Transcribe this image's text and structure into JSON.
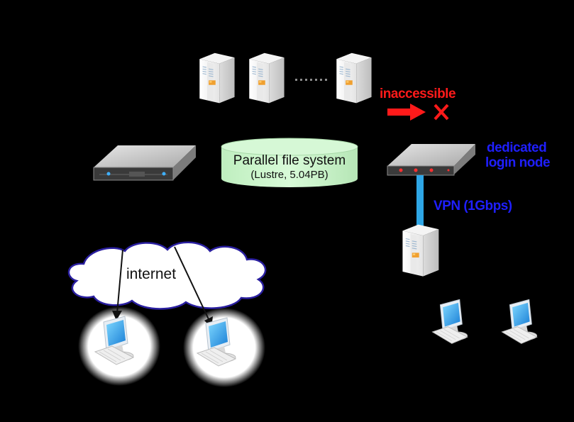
{
  "diagram": {
    "background": "#000000",
    "compute_nodes": {
      "count_shown": 3,
      "ellipsis": "......"
    },
    "inaccessible": {
      "label": "inaccessible",
      "color": "#ff1a1a"
    },
    "storage": {
      "title": "Parallel file system",
      "subtitle": "(Lustre, 5.04PB)",
      "fill": "#ccf5cc"
    },
    "front_end_server": {
      "type": "rack-server"
    },
    "login_node": {
      "label_line1": "dedicated",
      "label_line2": "login node",
      "color": "#1f1fff"
    },
    "vpn": {
      "label": "VPN (1Gbps)",
      "link_color": "#2ea6e6"
    },
    "internet": {
      "label": "internet"
    },
    "client_pcs_internet": 2,
    "client_pcs_vpn": 2
  }
}
